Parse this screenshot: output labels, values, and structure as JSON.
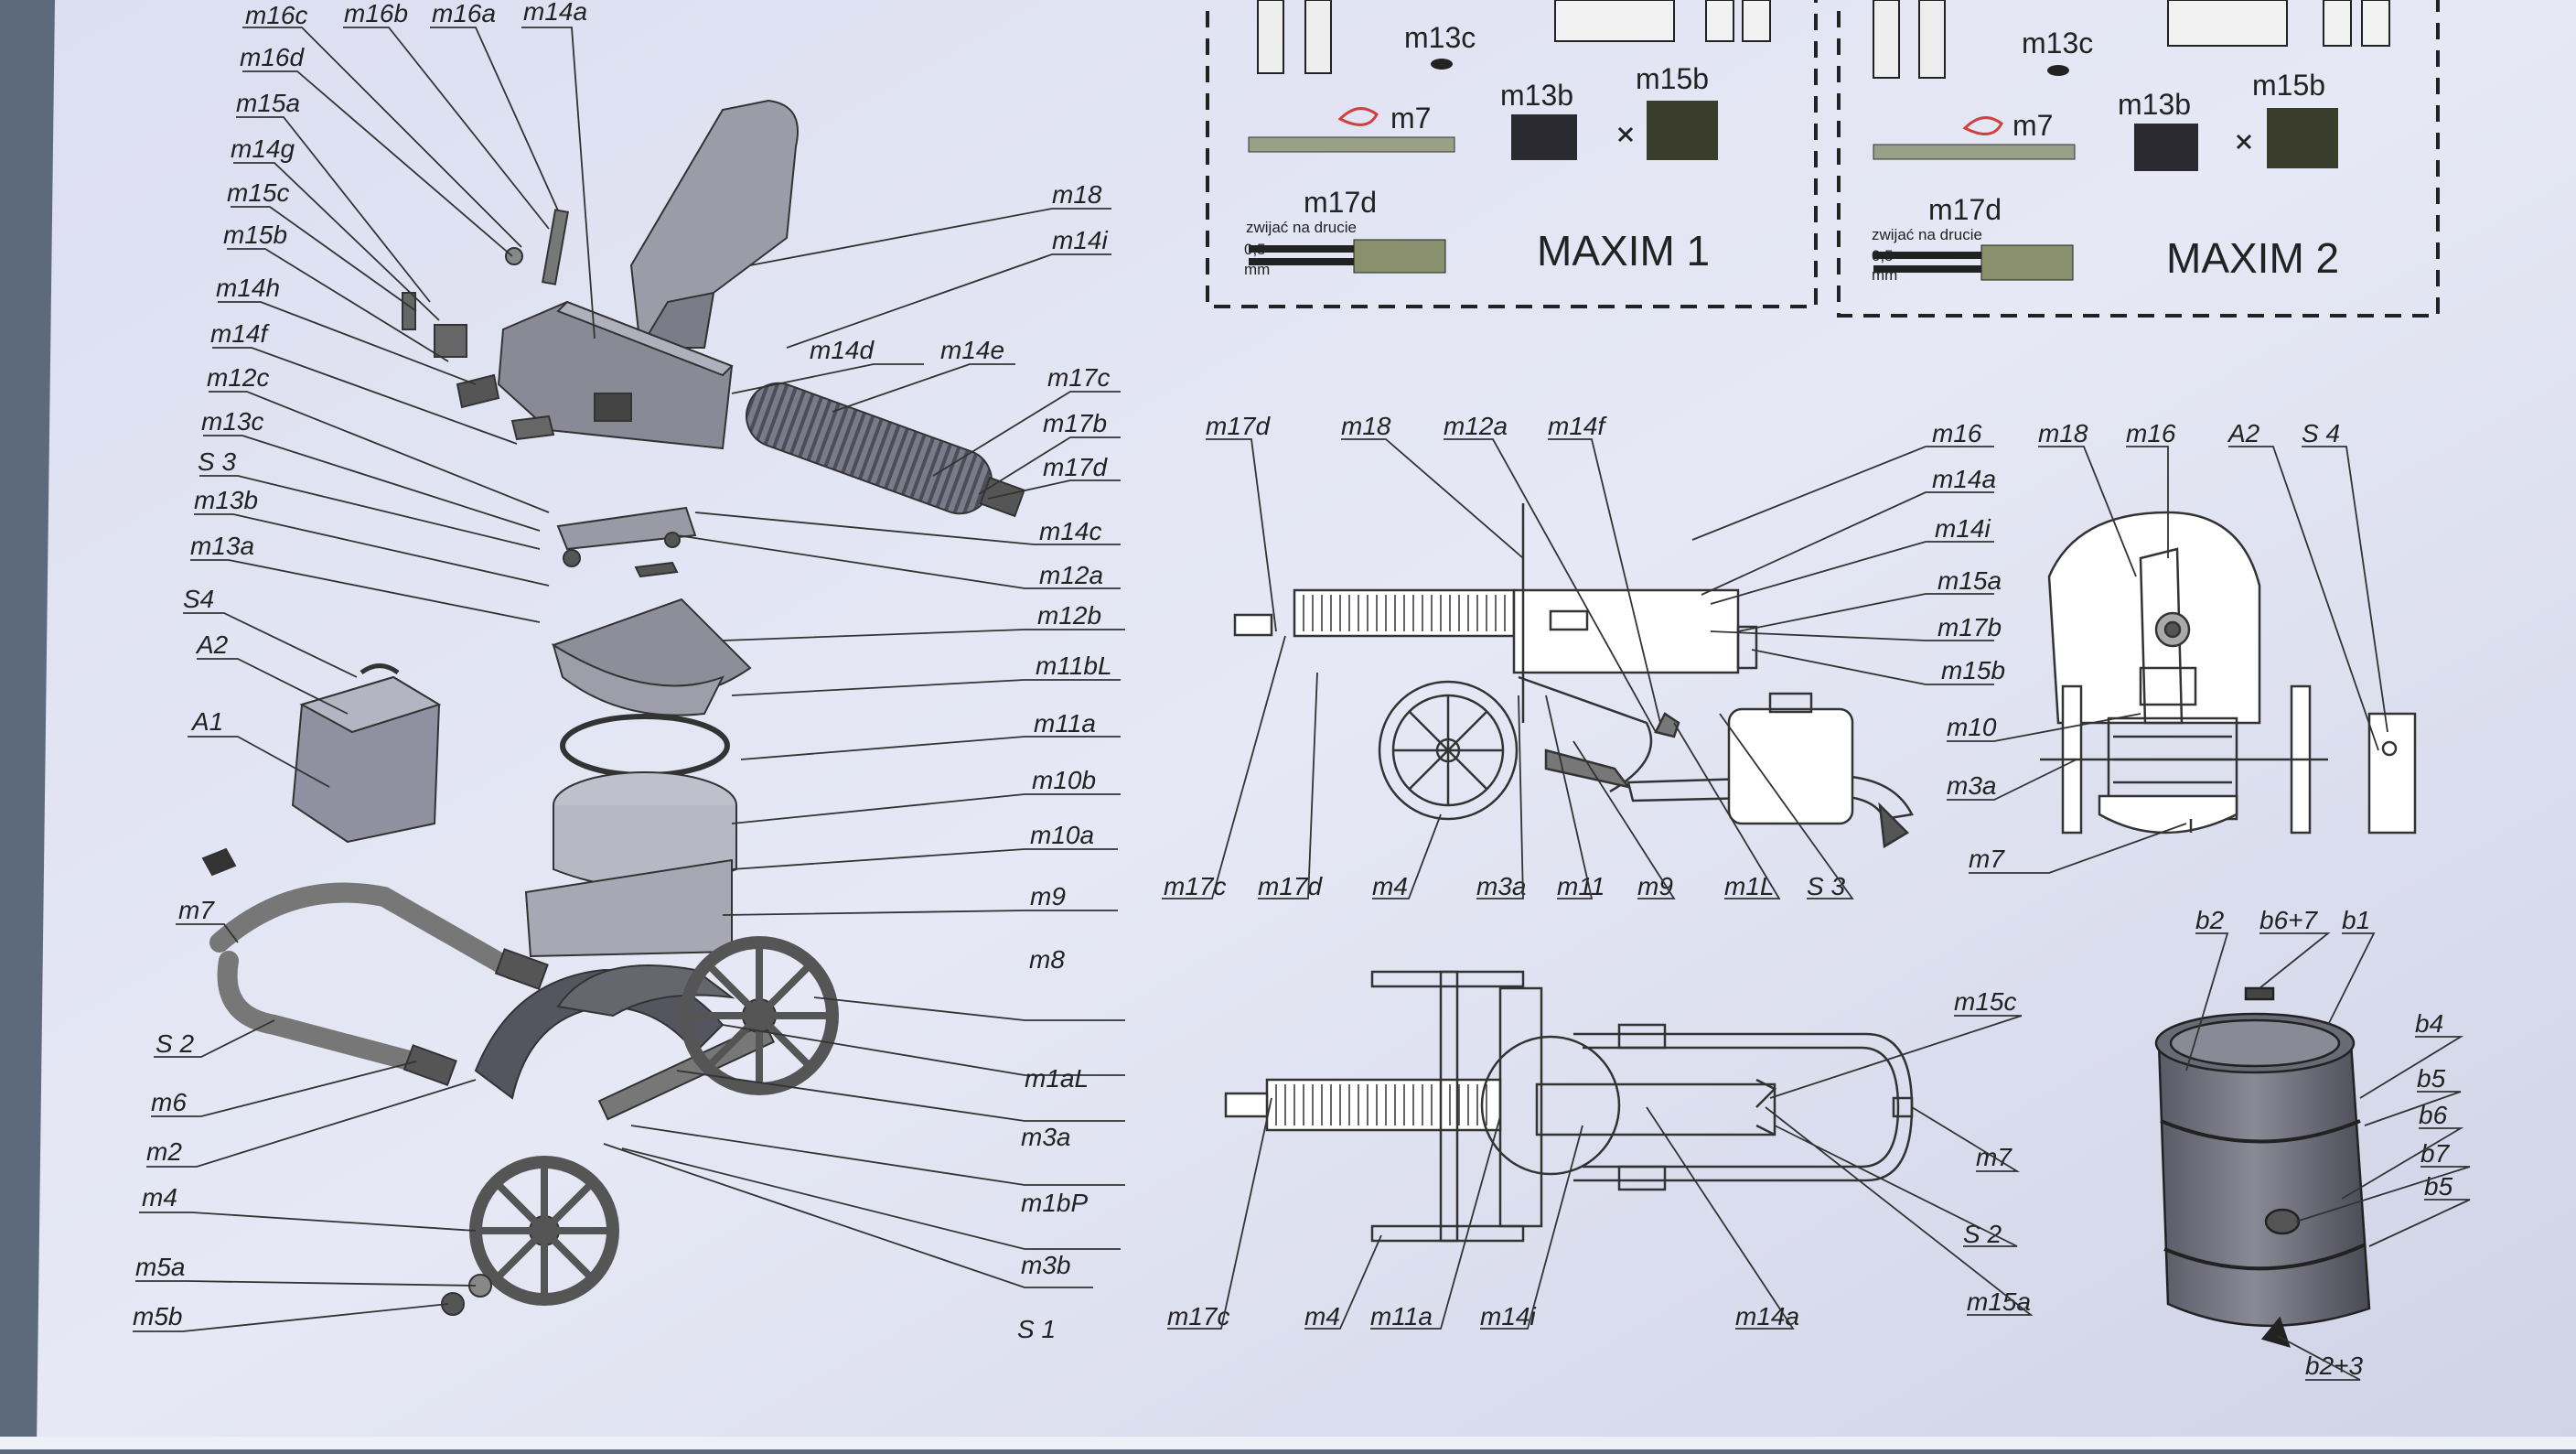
{
  "exploded_view_labels": {
    "left": [
      "m16c",
      "m16b",
      "m16a",
      "m14a",
      "m16d",
      "m15a",
      "m14g",
      "m15c",
      "m15b",
      "m14h",
      "m14f",
      "m12c",
      "m13c",
      "S 3",
      "m13b",
      "m13a",
      "S4",
      "A2",
      "A1",
      "m7",
      "S 2",
      "m6",
      "m2",
      "m4",
      "m5a",
      "m5b"
    ],
    "right": [
      "m18",
      "m14i",
      "m14d",
      "m14e",
      "m17c",
      "m17b",
      "m17d",
      "m14c",
      "m12a",
      "m12b",
      "m11bL",
      "m11a",
      "m10b",
      "m10a",
      "m9",
      "m8",
      "m1aL",
      "m3a",
      "m1bP",
      "m3b",
      "S 1"
    ]
  },
  "templates": {
    "maxim1": {
      "title": "MAXIM 1",
      "labels": {
        "m13c": "m13c",
        "m7": "m7",
        "m13b": "m13b",
        "m15b": "m15b",
        "m17d": "m17d"
      },
      "wire_note": "zwijać na drucie",
      "wire_size": "0,5",
      "wire_unit": "mm"
    },
    "maxim2": {
      "title": "MAXIM 2",
      "labels": {
        "m13c": "m13c",
        "m7": "m7",
        "m13b": "m13b",
        "m15b": "m15b",
        "m17d": "m17d"
      },
      "wire_note": "zwijać na drucie",
      "wire_size": "0,5",
      "wire_unit": "mm"
    }
  },
  "side_view_labels": {
    "top": [
      "m17d",
      "m18",
      "m12a",
      "m14f"
    ],
    "right": [
      "m16",
      "m14a",
      "m14i",
      "m15a",
      "m17b",
      "m15b"
    ],
    "bottom": [
      "m17c",
      "m17d",
      "m4",
      "m3a",
      "m11",
      "m9",
      "m1L",
      "S 3"
    ]
  },
  "front_view_labels": {
    "top": [
      "m18",
      "m16",
      "A2",
      "S 4"
    ],
    "left": [
      "m10",
      "m3a"
    ],
    "right": [
      "m7"
    ]
  },
  "top_view_labels": {
    "right": [
      "m15c",
      "m7",
      "S 2",
      "m15a",
      "m14a"
    ],
    "bottom": [
      "m17c",
      "m4",
      "m11a",
      "m14i"
    ]
  },
  "barrel_labels": {
    "top": [
      "b2",
      "b6+7",
      "b1"
    ],
    "right": [
      "b4",
      "b5",
      "b6",
      "b7",
      "b5"
    ],
    "bottom": [
      "b2+3"
    ]
  }
}
